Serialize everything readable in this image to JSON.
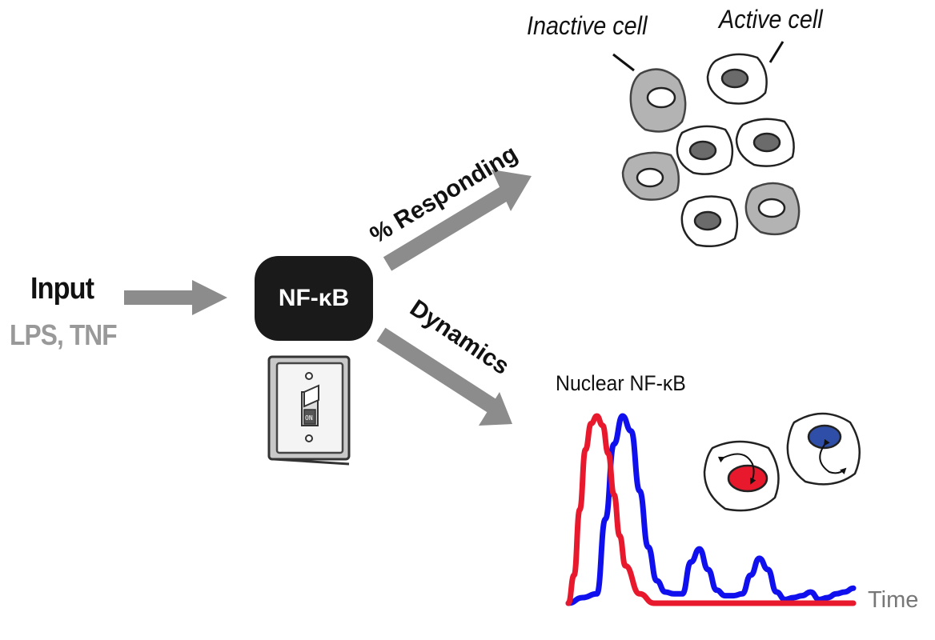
{
  "input": {
    "label": "Input",
    "stimuli": "LPS, TNF"
  },
  "hub": {
    "label": "NF-κB"
  },
  "switch": {
    "state_label": "ON"
  },
  "branches": {
    "responding": "% Responding",
    "dynamics": "Dynamics"
  },
  "cells": {
    "inactive_label": "Inactive cell",
    "active_label": "Active cell"
  },
  "dynamics_plot": {
    "ylabel": "Nuclear NF-κB",
    "xlabel": "Time"
  },
  "colors": {
    "arrow": "#8c8c8c",
    "hub_fill": "#1a1a1a",
    "inactive_cell": "#b3b3b3",
    "active_nucleus": "#6b6b6b",
    "red_trace": "#e8192c",
    "blue_trace": "#1010ee",
    "blue_nucleus": "#2e4ea8",
    "red_nucleus": "#e8192c"
  },
  "chart_data": {
    "type": "line",
    "xlabel": "Time",
    "ylabel": "Nuclear NF-κB",
    "series": [
      {
        "color": "#e8192c",
        "x": [
          0,
          2,
          4,
          6,
          8,
          10,
          12,
          14,
          16,
          18,
          20,
          25,
          30,
          40,
          50,
          60,
          70,
          80,
          90,
          100
        ],
        "y": [
          0,
          0.15,
          0.5,
          0.82,
          0.96,
          1.0,
          0.95,
          0.8,
          0.58,
          0.36,
          0.2,
          0.05,
          0,
          0,
          0,
          0,
          0,
          0,
          0,
          0
        ]
      },
      {
        "color": "#1010ee",
        "x": [
          0,
          5,
          10,
          13,
          16,
          19,
          22,
          25,
          28,
          31,
          34,
          37,
          40,
          43,
          46,
          49,
          52,
          55,
          58,
          61,
          64,
          67,
          70,
          73,
          76,
          79,
          82,
          85,
          88,
          91,
          94,
          97,
          100
        ],
        "y": [
          0,
          0.03,
          0.05,
          0.45,
          0.85,
          1.0,
          0.92,
          0.6,
          0.3,
          0.12,
          0.06,
          0.05,
          0.05,
          0.22,
          0.29,
          0.18,
          0.07,
          0.04,
          0.04,
          0.05,
          0.15,
          0.24,
          0.18,
          0.06,
          0.02,
          0.03,
          0.04,
          0.06,
          0.02,
          0.03,
          0.05,
          0.06,
          0.08
        ]
      }
    ]
  }
}
